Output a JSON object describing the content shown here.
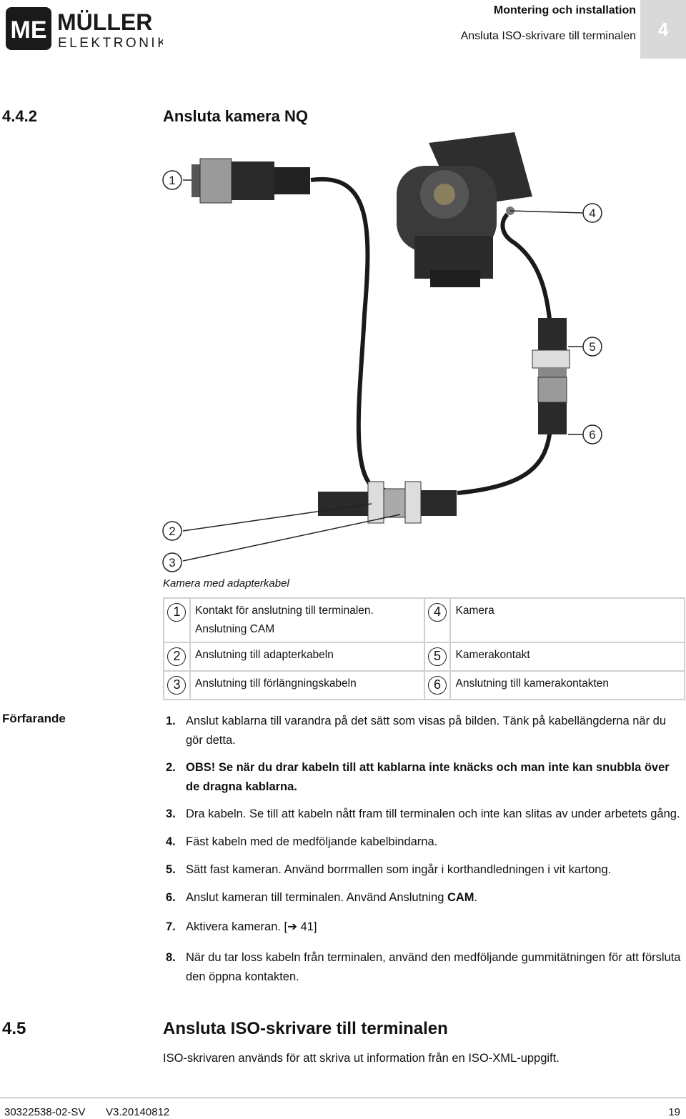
{
  "header": {
    "logo_top": "ME MÜLLER",
    "logo_bottom": "ELEKTRONIK",
    "chapter": "Montering och installation",
    "section": "Ansluta ISO-skrivare till terminalen",
    "chapter_number": "4"
  },
  "sec442": {
    "number": "4.4.2",
    "title": "Ansluta kamera NQ"
  },
  "figure": {
    "callouts": [
      "1",
      "2",
      "3",
      "4",
      "5",
      "6"
    ],
    "caption": "Kamera med adapterkabel"
  },
  "legend": [
    {
      "n": "1",
      "text": "Kontakt för anslutning till terminalen.",
      "text2": "Anslutning CAM",
      "n2": "4",
      "text_r": "Kamera"
    },
    {
      "n": "2",
      "text": "Anslutning till adapterkabeln",
      "text2": "",
      "n2": "5",
      "text_r": "Kamerakontakt"
    },
    {
      "n": "3",
      "text": "Anslutning till förlängningskabeln",
      "text2": "",
      "n2": "6",
      "text_r": "Anslutning till kamerakontakten"
    }
  ],
  "procedure": {
    "label": "Förfarande",
    "steps": [
      {
        "n": "1.",
        "text": "Anslut kablarna till varandra på det sätt som visas på bilden. Tänk på kabellängderna när du gör detta."
      },
      {
        "n": "2.",
        "text": "OBS! Se när du drar kabeln till att kablarna inte knäcks och man inte kan snubbla över de dragna kablarna."
      },
      {
        "n": "3.",
        "text": "Dra kabeln. Se till att kabeln nått fram till terminalen och inte kan slitas av under arbetets gång."
      },
      {
        "n": "4.",
        "text": "Fäst kabeln med de medföljande kabelbindarna."
      },
      {
        "n": "5.",
        "text": "Sätt fast kameran. Använd borrmallen som ingår i korthandledningen i vit kartong."
      },
      {
        "n": "6.",
        "text_a": "Anslut kameran till terminalen. Använd Anslutning ",
        "text_b": "CAM",
        "text_c": "."
      },
      {
        "n": "7.",
        "text": "Aktivera kameran. [",
        "arrow": "➔",
        "ref": " 41]"
      },
      {
        "n": "8.",
        "text": "När du tar loss kabeln från terminalen, använd den medföljande gummitätningen för att försluta den öppna kontakten."
      }
    ]
  },
  "sec45": {
    "number": "4.5",
    "title": "Ansluta ISO-skrivare till terminalen",
    "body": "ISO-skrivaren används för att skriva ut information från en ISO-XML-uppgift."
  },
  "footer": {
    "doc": "30322538-02-SV",
    "version": "V3.20140812",
    "page": "19"
  }
}
